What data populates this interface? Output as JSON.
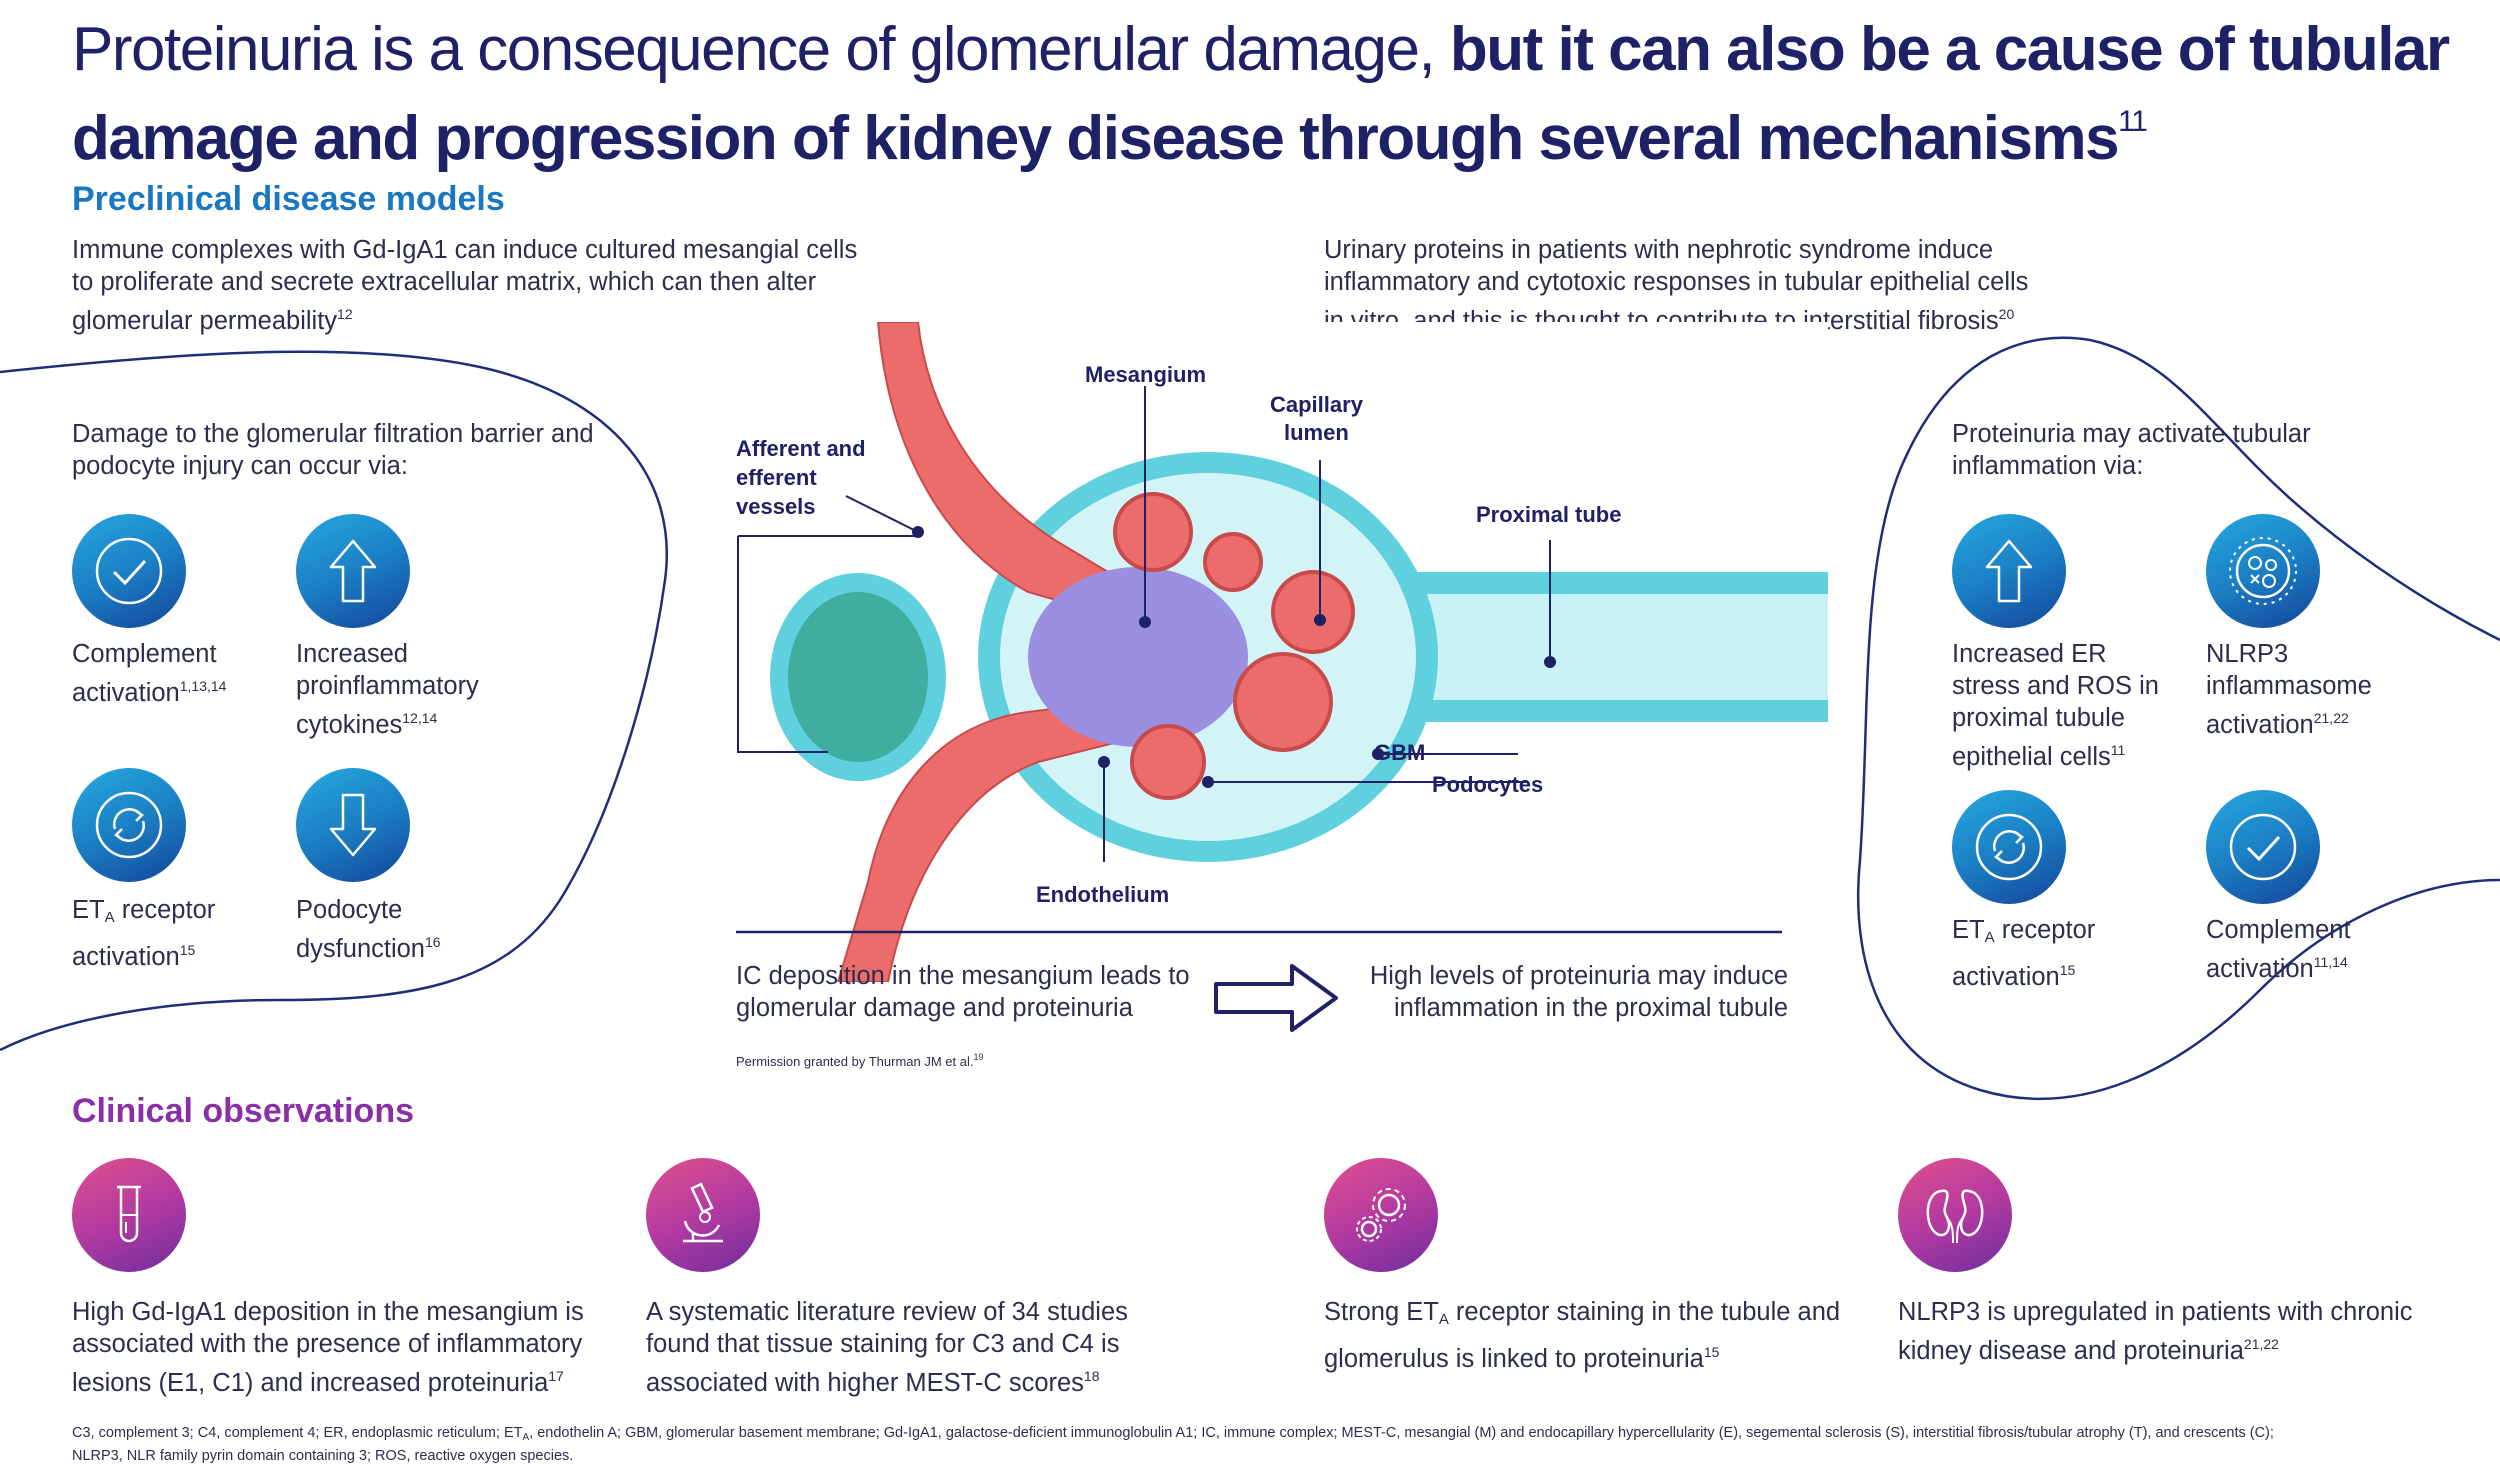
{
  "title": {
    "part1": "Proteinuria is a consequence of glomerular damage, ",
    "part2": "but it can also be a cause of tubular damage and progression of kidney disease through several mechanisms",
    "ref": "11"
  },
  "preclinical": {
    "heading": "Preclinical disease models",
    "left_text": "Immune complexes with Gd-IgA1 can induce cultured mesangial cells to proliferate and secrete extracellular matrix, which can then alter glomerular permeability",
    "left_ref": "12",
    "right_text": "Urinary proteins in patients with nephrotic syndrome induce inflammatory and cytotoxic responses in tubular epithelial cells in vitro, and this is thought to contribute to interstitial fibrosis",
    "right_ref": "20"
  },
  "left_panel": {
    "intro": "Damage to the glomerular filtration barrier and podocyte injury can occur via:",
    "items": [
      {
        "label_pre": "Complement activation",
        "ref": "1,13,14",
        "icon": "checkmark-icon"
      },
      {
        "label_pre": "Increased proinflammatory cytokines",
        "ref": "12,14",
        "icon": "arrow-up-icon"
      },
      {
        "label_a": "ET",
        "label_sub": "A",
        "label_b": " receptor activation",
        "ref": "15",
        "icon": "cycle-icon"
      },
      {
        "label_pre": "Podocyte dysfunction",
        "ref": "16",
        "icon": "arrow-down-icon"
      }
    ]
  },
  "right_panel": {
    "intro": "Proteinuria may activate tubular inflammation via:",
    "items": [
      {
        "label_pre": "Increased ER stress and ROS in proximal tubule epithelial cells",
        "ref": "11",
        "icon": "arrow-up-icon"
      },
      {
        "label_pre": "NLRP3 inflammasome activation",
        "ref": "21,22",
        "icon": "inflammasome-icon"
      },
      {
        "label_a": "ET",
        "label_sub": "A",
        "label_b": " receptor activation",
        "ref": "15",
        "icon": "cycle-icon"
      },
      {
        "label_pre": "Complement activation",
        "ref": "11,14",
        "icon": "checkmark-icon"
      }
    ]
  },
  "diagram": {
    "labels": {
      "mesangium": "Mesangium",
      "capillary1": "Capillary",
      "capillary2": "lumen",
      "afferent1": "Afferent and",
      "afferent2": "efferent",
      "afferent3": "vessels",
      "proximal": "Proximal tube",
      "gbm": "GBM",
      "podocytes": "Podocytes",
      "endothelium": "Endothelium"
    },
    "caption_left": "IC deposition in the mesangium leads to glomerular damage and proteinuria",
    "caption_right": "High levels of proteinuria may induce inflammation in the proximal tubule",
    "permission": "Permission granted by Thurman JM et al.",
    "permission_ref": "19"
  },
  "clinical": {
    "heading": "Clinical observations",
    "items": [
      {
        "text": "High Gd-IgA1 deposition in the mesangium is associated with the presence of inflammatory lesions (E1, C1) and increased proteinuria",
        "ref": "17",
        "icon": "test-tube-icon"
      },
      {
        "text": "A systematic literature review of 34 studies found that tissue staining for C3 and C4 is associated with higher MEST-C scores",
        "ref": "18",
        "icon": "microscope-icon"
      },
      {
        "text_a": "Strong ET",
        "text_sub": "A",
        "text_b": " receptor staining in the tubule and glomerulus is linked to proteinuria",
        "ref": "15",
        "icon": "gears-icon"
      },
      {
        "text": "NLRP3 is upregulated in patients with chronic kidney disease and proteinuria",
        "ref": "21,22",
        "icon": "kidneys-icon"
      }
    ]
  },
  "footnote": {
    "line1_a": "C3, complement 3; C4, complement 4; ER, endoplasmic reticulum; ET",
    "line1_sub": "A",
    "line1_b": ", endothelin A; GBM, glomerular basement membrane; Gd-IgA1, galactose-deficient immunoglobulin A1; IC, immune complex; MEST-C, mesangial (M) and endocapillary hypercellularity (E), segemental sclerosis (S), interstitial fibrosis/tubular atrophy (T), and crescents (C);",
    "line2": "NLRP3, NLR family pyrin domain containing 3; ROS, reactive oxygen species."
  },
  "colors": {
    "title": "#1f2166",
    "preclinical_heading": "#1a78c2",
    "clinical_heading": "#8a2fa6",
    "panel_outline": "#1f2e78",
    "vessel_red": "#ec6b6b",
    "tubule_cyan": "#5fd0de"
  }
}
